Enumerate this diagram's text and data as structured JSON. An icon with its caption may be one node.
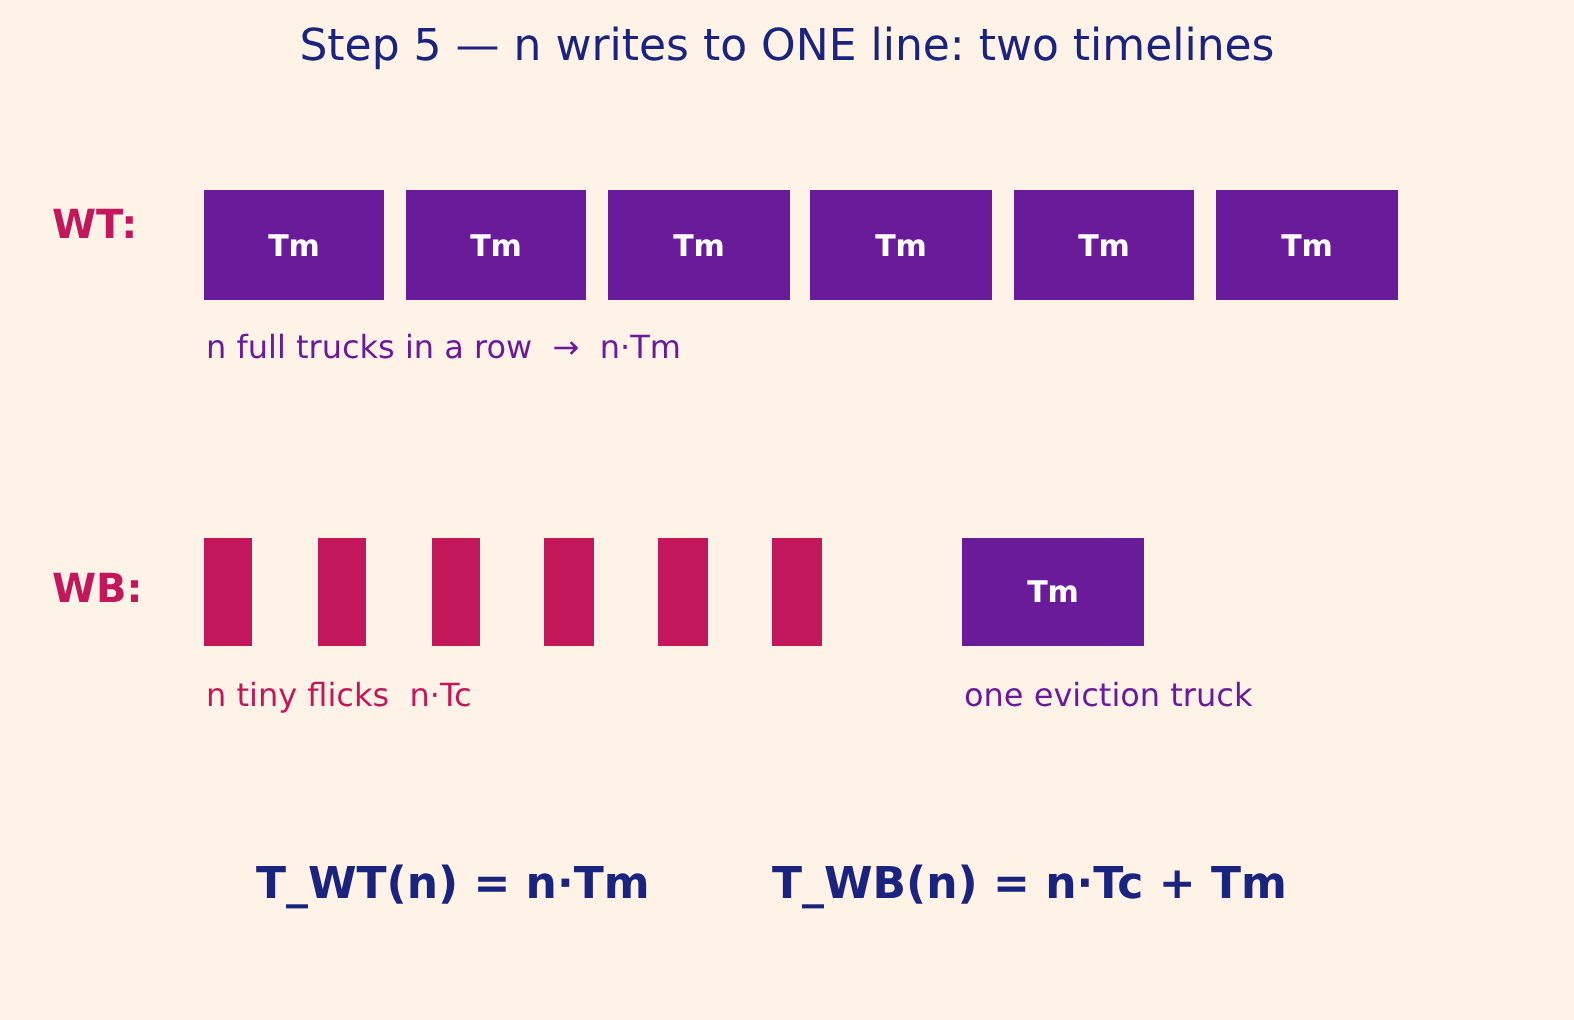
{
  "diagram": {
    "title": "Step 5 — n writes to ONE line: two timelines",
    "nodes": [
      {
        "text": [
          "Tm"
        ]
      },
      {
        "text": [
          "Tm"
        ]
      },
      {
        "text": [
          "Tm"
        ]
      },
      {
        "text": [
          "Tm"
        ]
      },
      {
        "text": [
          "Tm"
        ]
      },
      {
        "text": [
          "Tm"
        ]
      },
      {
        "text": [],
        "shape": "bar"
      },
      {
        "text": [],
        "shape": "bar"
      },
      {
        "text": [],
        "shape": "bar"
      },
      {
        "text": [],
        "shape": "bar"
      },
      {
        "text": [],
        "shape": "bar"
      },
      {
        "text": [],
        "shape": "bar"
      },
      {
        "text": [
          "Tm"
        ]
      }
    ],
    "labels": [
      "WT:",
      "n full trucks in a row  →  n·Tm",
      "WB:",
      "n tiny flicks  n·Tc",
      "one eviction truck",
      "T_WT(n) = n·Tm",
      "T_WB(n) = n·Tc + Tm"
    ]
  }
}
